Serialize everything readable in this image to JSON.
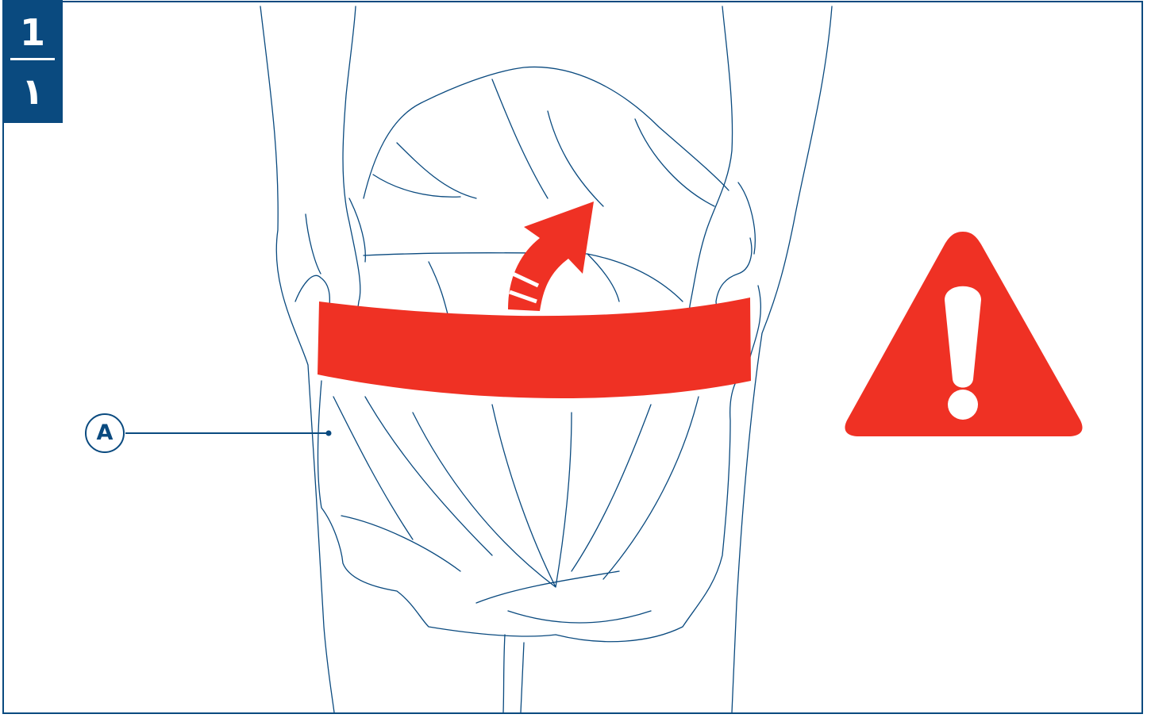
{
  "step": {
    "number_latin": "1",
    "number_arabic": "١"
  },
  "callouts": [
    {
      "label": "A",
      "target": "bag"
    }
  ],
  "colors": {
    "brand_blue": "#0a4a7f",
    "alert_red": "#ef3124",
    "line": "#0a4a7f",
    "background": "#ffffff"
  },
  "icons": {
    "warning": "warning-triangle-icon",
    "rotate_arrow": "curved-arrow-icon"
  }
}
